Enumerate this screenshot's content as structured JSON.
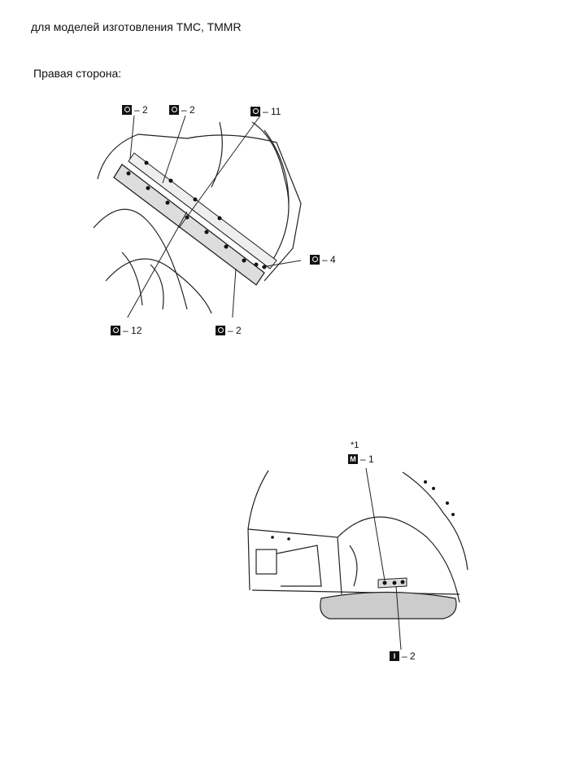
{
  "heading": "для моделей изготовления TMC, TMMR",
  "side_label": "Правая сторона:",
  "figure1": {
    "callouts": [
      {
        "symbol": "o",
        "text": "2"
      },
      {
        "symbol": "o",
        "text": "2"
      },
      {
        "symbol": "o",
        "text": "11"
      },
      {
        "symbol": "o",
        "text": "4"
      },
      {
        "symbol": "o",
        "text": "12"
      },
      {
        "symbol": "o",
        "text": "2"
      }
    ]
  },
  "figure2": {
    "note": "*1",
    "callouts": [
      {
        "symbol": "M",
        "text": "1"
      },
      {
        "symbol": "I",
        "text": "2"
      }
    ]
  }
}
